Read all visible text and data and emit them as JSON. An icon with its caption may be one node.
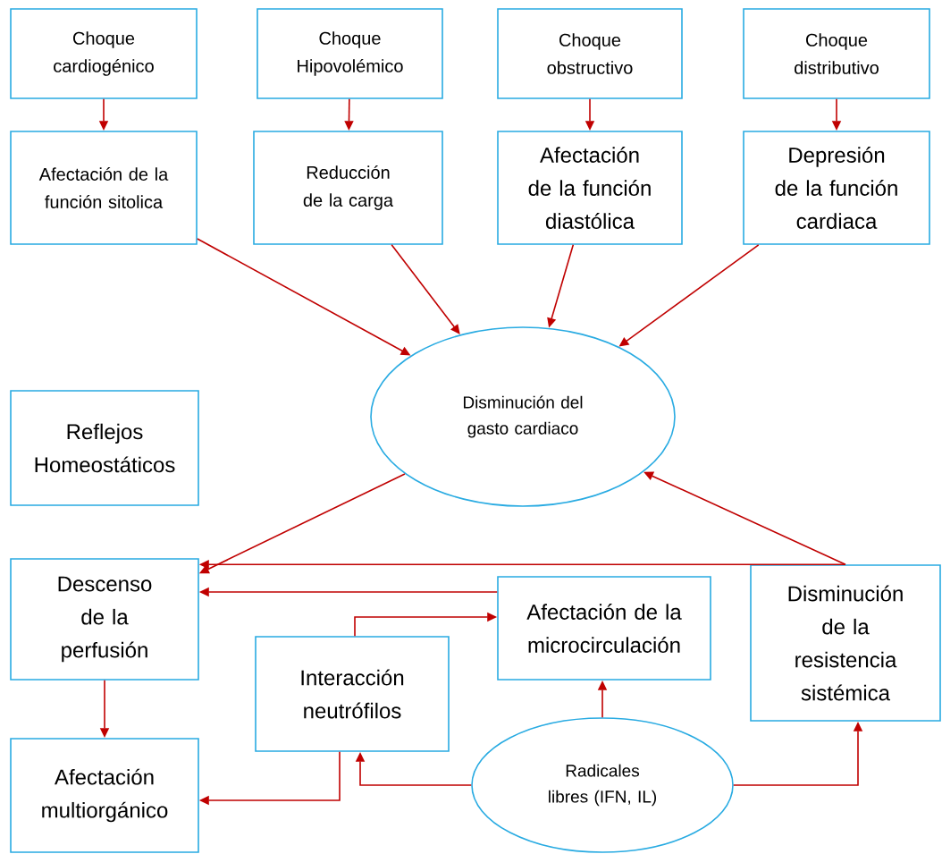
{
  "diagram": {
    "nodes": [
      {
        "text": [
          "Choque cardiogénico"
        ]
      },
      {
        "text": [
          "Choque Hipovolémico"
        ]
      },
      {
        "text": [
          "Choque obstructivo"
        ]
      },
      {
        "text": [
          "Choque distributivo"
        ]
      },
      {
        "text": [
          "Afectación de la función sitolica"
        ]
      },
      {
        "text": [
          "Reducción de la carga"
        ]
      },
      {
        "text": [
          "Afectación de la función diastólica"
        ]
      },
      {
        "text": [
          "Depresión de la función cardiaca"
        ]
      },
      {
        "text": [
          "Disminución del gasto cardiaco"
        ]
      },
      {
        "text": [
          "Reflejos Homeostáticos"
        ]
      },
      {
        "text": [
          "Descenso de la perfusión"
        ]
      },
      {
        "text": [
          "Afectación de la microcirculación"
        ]
      },
      {
        "text": [
          "Disminución de la resistencia sistémica"
        ]
      },
      {
        "text": [
          "Interacción neutrófilos"
        ]
      },
      {
        "text": [
          "Afectación multiorgánico"
        ]
      },
      {
        "text": [
          "Radicales libres (IFN, IL)"
        ]
      }
    ],
    "edges": [
      {
        "from": 0,
        "to": 4,
        "arrow": "to"
      },
      {
        "from": 1,
        "to": 5,
        "arrow": "to"
      },
      {
        "from": 2,
        "to": 6,
        "arrow": "to"
      },
      {
        "from": 3,
        "to": 7,
        "arrow": "to"
      },
      {
        "from": 4,
        "to": 8,
        "arrow": "to"
      },
      {
        "from": 5,
        "to": 8,
        "arrow": "to"
      },
      {
        "from": 6,
        "to": 8,
        "arrow": "to"
      },
      {
        "from": 7,
        "to": 8,
        "arrow": "to"
      },
      {
        "from": 8,
        "to": 10,
        "arrow": "to"
      },
      {
        "from": 12,
        "to": 8,
        "arrow": "to"
      },
      {
        "from": 12,
        "to": 10,
        "arrow": "to"
      },
      {
        "from": 11,
        "to": 10,
        "arrow": "to"
      },
      {
        "from": 13,
        "to": 11,
        "arrow": "to"
      },
      {
        "from": 15,
        "to": 11,
        "arrow": "to"
      },
      {
        "from": 10,
        "to": 14,
        "arrow": "to"
      },
      {
        "from": 13,
        "to": 14,
        "arrow": "to"
      },
      {
        "from": 15,
        "to": 13,
        "arrow": "to"
      },
      {
        "from": 15,
        "to": 12,
        "arrow": "to"
      }
    ]
  }
}
